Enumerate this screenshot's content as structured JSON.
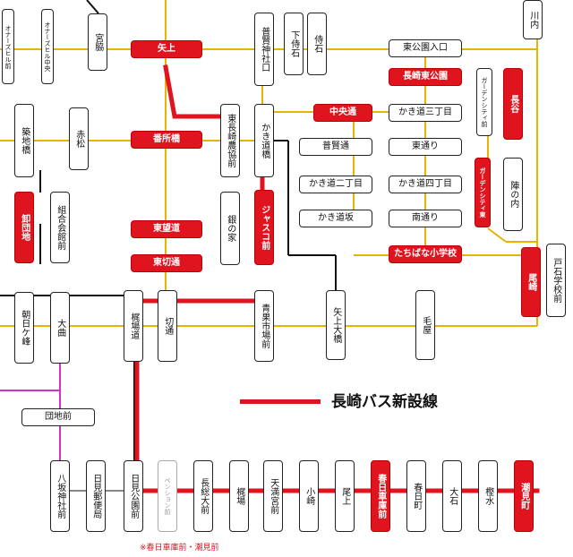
{
  "legend": {
    "label": "長崎バス新設線",
    "color": "#e0141e"
  },
  "note": "※春日車庫前・潮見前",
  "colors": {
    "yellow": "#e8b400",
    "red": "#e0141e",
    "magenta": "#d431c8",
    "black": "#111111",
    "grey": "#888888"
  },
  "stops": {
    "ohnazu_hill_1": "オナーズヒル前",
    "ohnazu_hill_2": "オナーズヒル中央",
    "miyawaki": "宮脇",
    "yagami": "矢上",
    "fudai_jinja": "普賢神社口",
    "shimo_jiseki": "下侍石",
    "jiseki": "侍石",
    "higashi_koen_iriguchi": "東公園入口",
    "kawauchi": "川内",
    "nagasaki_higashi_koen": "長崎東公園",
    "garden_city_a": "ガーデンシティ前",
    "nagaya": "長谷",
    "chikuchibashi": "築地橋",
    "akamatsu": "赤松",
    "bansho_bashi": "番所橋",
    "higashi_nagasaki_nokyo": "東長崎農協前",
    "kakidomichi_bashi": "かき道橋",
    "chuodori": "中央通",
    "kakidomichi_3": "かき道三丁目",
    "fukendori": "普賢通",
    "higashidori": "東通り",
    "garden_city_b": "ガーデンシティ東",
    "suenouchi": "陣の内",
    "oroshidanchi": "卸団地",
    "kumiai_kaikan": "組合会館前",
    "tobo_dori": "東望道",
    "nanoie": "銀の家",
    "jasco_mae": "ジャスコ前",
    "kakidomichi_2": "かき道二丁目",
    "kakidomichi_4": "かき道四丁目",
    "kakidomichi_zaka": "かき道坂",
    "minamidori": "南通り",
    "higashi_kiritoshi": "東切通",
    "tachibana_shogakko": "たちばな小学校",
    "osaki": "尾崎",
    "toseki_gakko": "戸石学校前",
    "asahigamine": "朝日ケ峰",
    "omagari": "大曲",
    "kajibadori": "梶場道",
    "kiridori": "切通",
    "seika_ichiba": "青果市場前",
    "yagami_ohashi": "矢上大橋",
    "kemo": "毛屋",
    "danchi_mae": "団地前",
    "hassaka_jinja": "八坂神社前",
    "himi_yubinkyoku": "日見郵便局",
    "himi_koen": "日見公園前",
    "pension": "ペンション前",
    "nagaho_ohmae": "長総大前",
    "kajiba": "梶場",
    "tenmangu": "天満宮前",
    "osaki2": "小崎",
    "ogami": "尾上",
    "kasuga_shako": "春日車庫前",
    "kasuga_machi": "春日町",
    "oishi": "大石",
    "kamemizu": "樫水",
    "shiomi": "潮見町"
  }
}
